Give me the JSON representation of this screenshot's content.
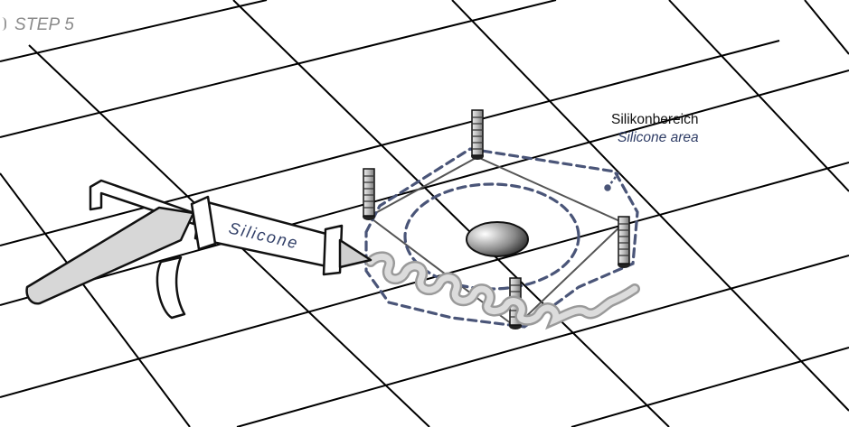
{
  "step": {
    "title": "STEP 5"
  },
  "gun": {
    "label": "Silicone"
  },
  "area": {
    "label_de": "Silikonbereich",
    "label_en": "Silicone area"
  },
  "colors": {
    "dashed_outline": "#4a5578",
    "grid": "#000000",
    "silicone_bead": "#d9d9d9",
    "label_en": "#2f3d66"
  }
}
